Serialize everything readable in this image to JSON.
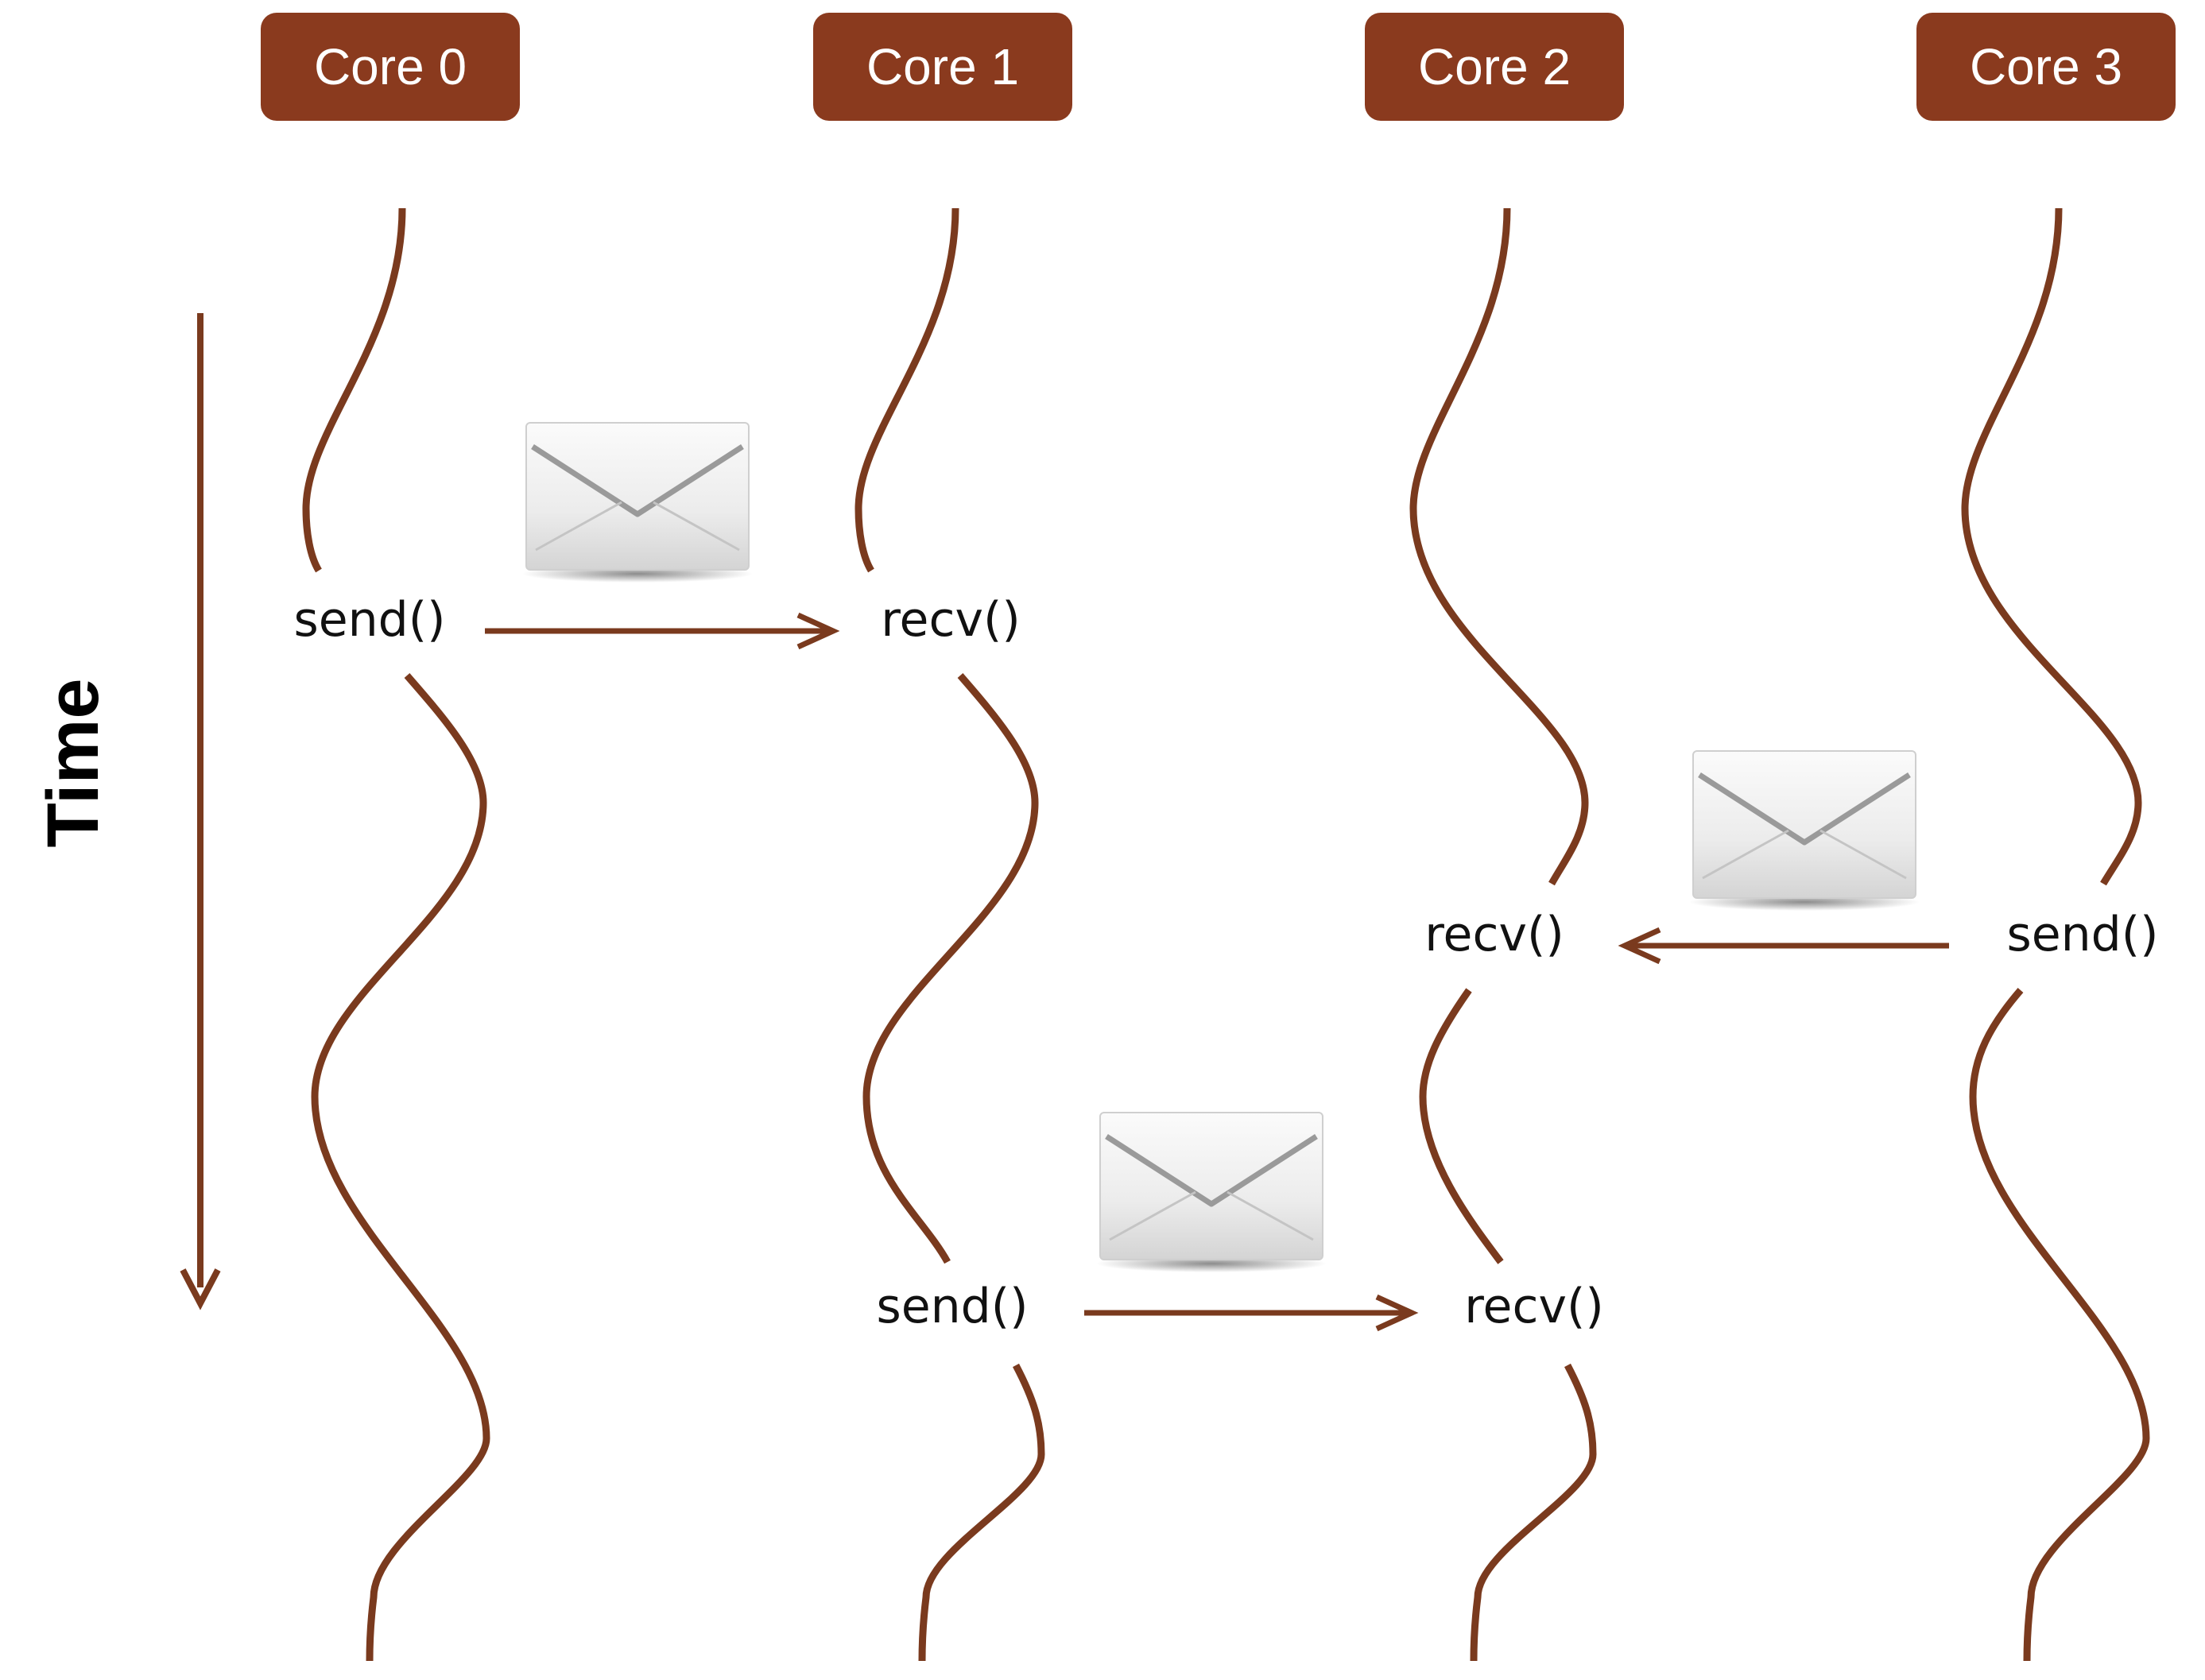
{
  "colors": {
    "accent": "#7a3a1e",
    "core_box": "#8a3a1e",
    "core_text": "#ffffff",
    "envelope_light": "#f4f4f4",
    "envelope_dark": "#d6d6d6",
    "envelope_fold": "#9a9a9a"
  },
  "cores": [
    {
      "label": "Core 0"
    },
    {
      "label": "Core 1"
    },
    {
      "label": "Core 2"
    },
    {
      "label": "Core 3"
    }
  ],
  "axis": {
    "label": "Time"
  },
  "calls": [
    {
      "label": "send()"
    },
    {
      "label": "recv()"
    },
    {
      "label": "recv()"
    },
    {
      "label": "send()"
    },
    {
      "label": "send()"
    },
    {
      "label": "recv()"
    }
  ],
  "messages": [
    {
      "from": "Core 0",
      "to": "Core 1",
      "icon": "envelope-icon"
    },
    {
      "from": "Core 3",
      "to": "Core 2",
      "icon": "envelope-icon"
    },
    {
      "from": "Core 1",
      "to": "Core 2",
      "icon": "envelope-icon"
    }
  ]
}
